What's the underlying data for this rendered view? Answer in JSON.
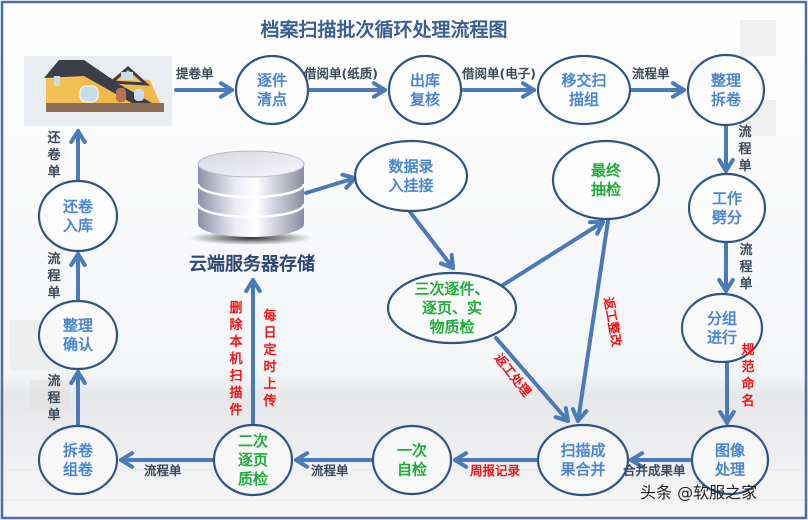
{
  "title": "档案扫描批次循环处理流程图",
  "watermark": "头条 @软服之家",
  "colors": {
    "node_border": "#2f5384",
    "node_text_blue": "#4a86cf",
    "node_text_green": "#1fae3b",
    "arrow": "#4a7ab8",
    "label_dark": "#3d4a5c",
    "label_red": "#f01616",
    "title": "#3a5f94"
  },
  "icons": {
    "house": "house-image",
    "database": "database-cylinder-icon"
  },
  "storage": {
    "label": "云端服务器存储"
  },
  "nodes": [
    {
      "id": "zhujian",
      "lines": [
        "逐件",
        "清点"
      ],
      "color": "blue"
    },
    {
      "id": "chuku",
      "lines": [
        "出库",
        "复核"
      ],
      "color": "blue"
    },
    {
      "id": "yijiao",
      "lines": [
        "移交扫",
        "描组"
      ],
      "color": "blue"
    },
    {
      "id": "zhengli",
      "lines": [
        "整理",
        "拆卷"
      ],
      "color": "blue"
    },
    {
      "id": "gongzuo",
      "lines": [
        "工作",
        "劈分"
      ],
      "color": "blue"
    },
    {
      "id": "fenzu",
      "lines": [
        "分组",
        "进行"
      ],
      "color": "blue"
    },
    {
      "id": "tuxiang",
      "lines": [
        "图像",
        "处理"
      ],
      "color": "blue"
    },
    {
      "id": "hebing",
      "lines": [
        "扫描成",
        "果合并"
      ],
      "color": "blue"
    },
    {
      "id": "yici",
      "lines": [
        "一次",
        "自检"
      ],
      "color": "green"
    },
    {
      "id": "erci",
      "lines": [
        "二次",
        "逐页",
        "质检"
      ],
      "color": "green"
    },
    {
      "id": "chaijuan",
      "lines": [
        "拆卷",
        "组卷"
      ],
      "color": "blue"
    },
    {
      "id": "queren",
      "lines": [
        "整理",
        "确认"
      ],
      "color": "blue"
    },
    {
      "id": "huanjuan",
      "lines": [
        "还卷",
        "入库"
      ],
      "color": "blue"
    },
    {
      "id": "shuju",
      "lines": [
        "数据录",
        "入挂接"
      ],
      "color": "blue"
    },
    {
      "id": "sanci",
      "lines": [
        "三次逐件、",
        "逐页、实",
        "物质检"
      ],
      "color": "green"
    },
    {
      "id": "zuizhong",
      "lines": [
        "最终",
        "抽检"
      ],
      "color": "green"
    }
  ],
  "edge_labels": {
    "house_to_zhujian": "提卷单",
    "zhujian_to_chuku": "借阅单(纸质)",
    "chuku_to_yijiao": "借阅单(电子)",
    "yijiao_to_zhengli": "流程单",
    "zhengli_to_gongzuo": "流程单",
    "gongzuo_to_fenzu": "流程单",
    "fenzu_to_tuxiang": "规范命名",
    "tuxiang_to_hebing": "合并成果单",
    "hebing_to_yici": "周报记录",
    "yici_to_erci": "流程单",
    "erci_to_chaijuan": "流程单",
    "chaijuan_to_queren": "流程单",
    "queren_to_huanjuan": "流程单",
    "huanjuan_to_house": "还卷单",
    "erci_to_storage_left": "删除本机扫描件",
    "erci_to_storage_right": "每日定时上传",
    "sanci_to_hebing": "返工处理",
    "zuizhong_to_hebing": "返工整改"
  }
}
